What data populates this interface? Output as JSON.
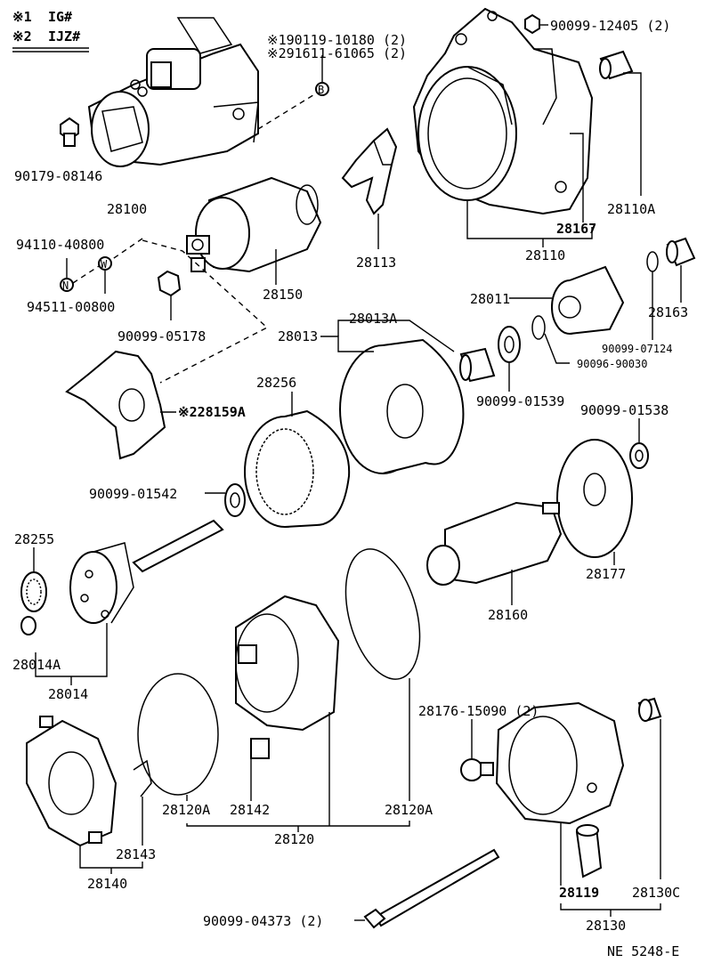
{
  "legend": {
    "item1_mark": "※1",
    "item1_text": "IG#",
    "item2_mark": "※2",
    "item2_text": "IJZ#"
  },
  "labels": {
    "p90119_10180": "※190119-10180 (2)",
    "p91611_61065": "※291611-61065 (2)",
    "b_marker": "B",
    "p90179_08146": "90179-08146",
    "p28100": "28100",
    "p90099_12405": "90099-12405 (2)",
    "p28110A": "28110A",
    "p28167": "28167",
    "p28110": "28110",
    "p28113": "28113",
    "p94110_40800": "94110-40800",
    "n_marker": "N",
    "w_marker": "W",
    "p94511_00800": "94511-00800",
    "p28150": "28150",
    "p90099_05178": "90099-05178",
    "p28013": "28013",
    "p28013A": "28013A",
    "p28011": "28011",
    "p28163": "28163",
    "p90099_07124": "90099-07124",
    "p90096_90030": "90096-90030",
    "p90099_01539": "90099-01539",
    "p90099_01538": "90099-01538",
    "p28256": "28256",
    "p28159A": "※228159A",
    "p90099_01542": "90099-01542",
    "p28255": "28255",
    "p28014A": "28014A",
    "p28014": "28014",
    "p28177": "28177",
    "p28160": "28160",
    "p28176_15090": "28176-15090 (2)",
    "p28120A_left": "28120A",
    "p28142": "28142",
    "p28120A_right": "28120A",
    "p28120": "28120",
    "p28143": "28143",
    "p28140": "28140",
    "p28119": "28119",
    "p28130C": "28130C",
    "p28130": "28130",
    "p90099_04373": "90099-04373 (2)",
    "diagram_code": "NE 5248-E"
  }
}
